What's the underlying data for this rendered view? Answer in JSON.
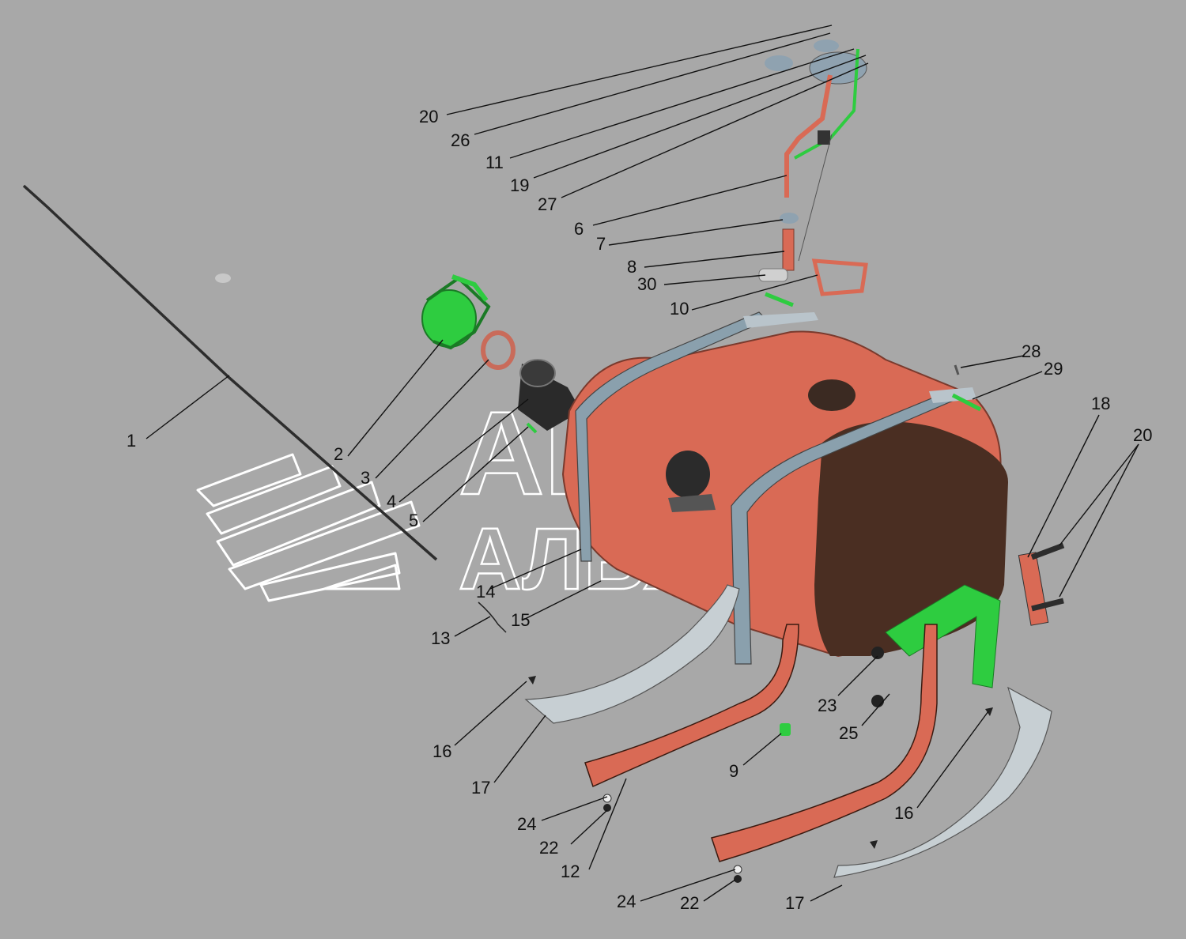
{
  "watermark": {
    "line1": "АВТО",
    "line2": "АЛЬЯНС"
  },
  "colors": {
    "background": "#a8a8a8",
    "tank": "#d96a55",
    "tank_dark": "#4a2e22",
    "strap": "#8aa0ad",
    "bracket_green": "#2ecc40",
    "lead": "#111111"
  },
  "callouts": [
    {
      "label": "20"
    },
    {
      "label": "26"
    },
    {
      "label": "11"
    },
    {
      "label": "19"
    },
    {
      "label": "27"
    },
    {
      "label": "6"
    },
    {
      "label": "7"
    },
    {
      "label": "8"
    },
    {
      "label": "30"
    },
    {
      "label": "10"
    },
    {
      "label": "1"
    },
    {
      "label": "2"
    },
    {
      "label": "3"
    },
    {
      "label": "4"
    },
    {
      "label": "5"
    },
    {
      "label": "14"
    },
    {
      "label": "15"
    },
    {
      "label": "13"
    },
    {
      "label": "28"
    },
    {
      "label": "29"
    },
    {
      "label": "18"
    },
    {
      "label": "20"
    },
    {
      "label": "23"
    },
    {
      "label": "25"
    },
    {
      "label": "9"
    },
    {
      "label": "16"
    },
    {
      "label": "17"
    },
    {
      "label": "24"
    },
    {
      "label": "22"
    },
    {
      "label": "12"
    },
    {
      "label": "16"
    },
    {
      "label": "24"
    },
    {
      "label": "22"
    },
    {
      "label": "17"
    }
  ]
}
